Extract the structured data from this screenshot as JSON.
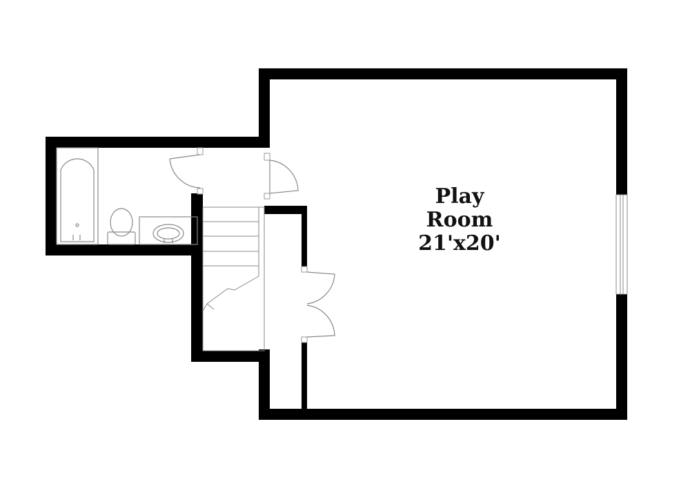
{
  "rooms": [
    {
      "id": "play-room",
      "name_line1": "Play",
      "name_line2": "Room",
      "dimensions": "21'x20'"
    }
  ],
  "fixtures": [
    {
      "type": "bathtub-icon"
    },
    {
      "type": "toilet-icon"
    },
    {
      "type": "sink-icon"
    },
    {
      "type": "staircase-icon"
    },
    {
      "type": "window-icon"
    }
  ],
  "colors": {
    "wall": "#000000",
    "background": "#ffffff",
    "fixture_line": "#888888",
    "text": "#111111"
  }
}
